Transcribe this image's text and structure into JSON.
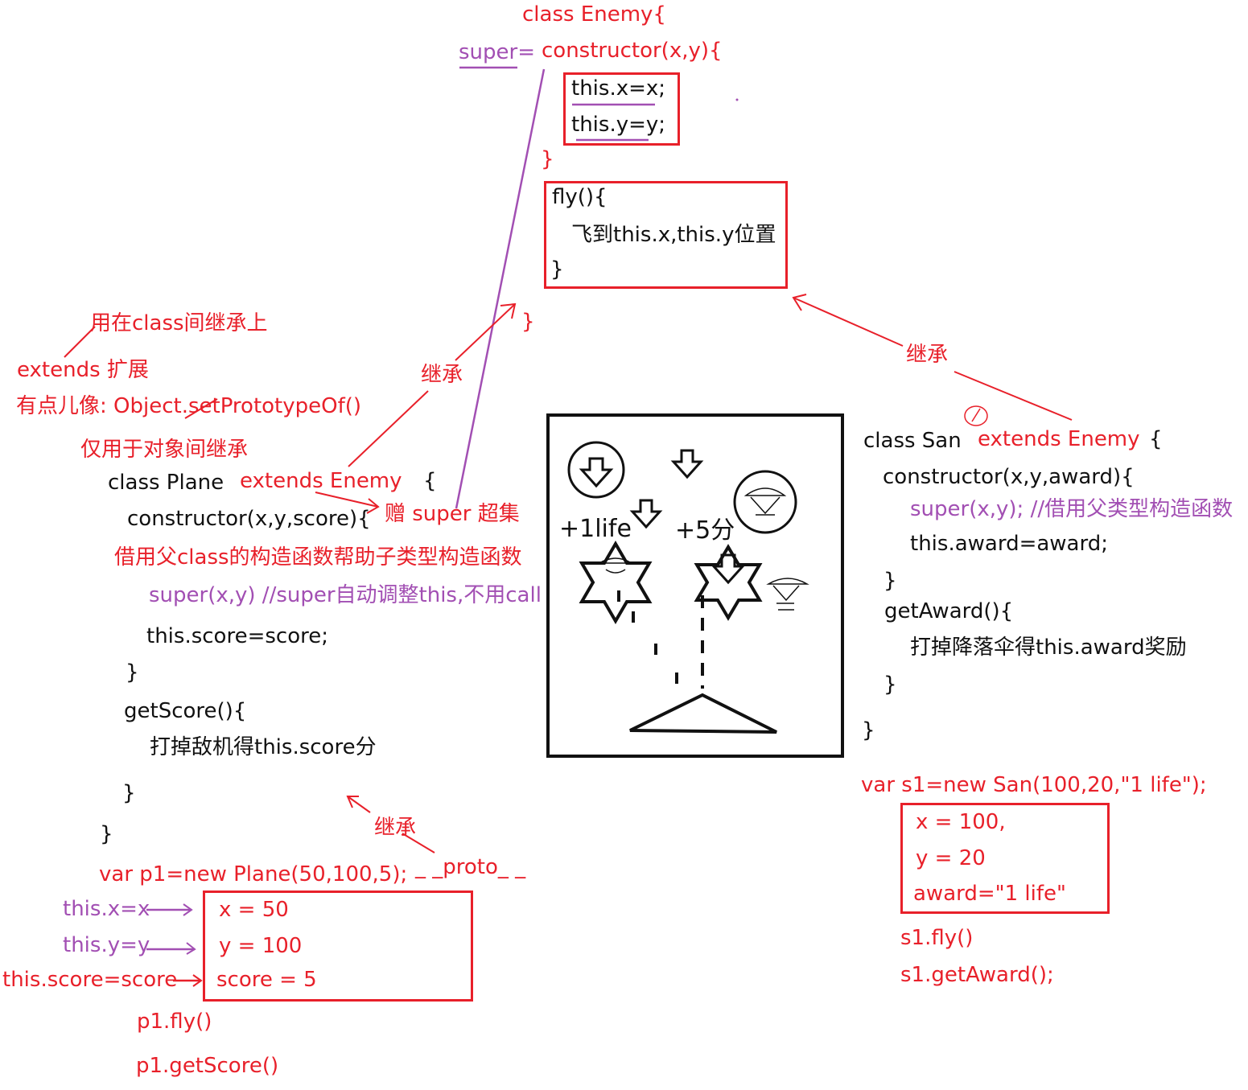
{
  "enemy": {
    "class_decl": "class Enemy{",
    "super_label": "super=",
    "constructor": "constructor(x,y){",
    "this_x": "this.x=x;",
    "this_y": "this.y=y;",
    "close1": "}",
    "fly_open": "fly(){",
    "fly_body": "飞到this.x,this.y位置",
    "fly_close": "}",
    "close2": "}"
  },
  "notes": {
    "used_in": "用在class间继承上",
    "extends_expand": "extends 扩展",
    "like": "有点儿像: Object.setPrototypeOf()",
    "only_objects": "仅用于对象间继承",
    "inherit_1": "继承",
    "inherit_2": "继承",
    "inherit_3": "继承",
    "proto": "_ _proto_ _",
    "gift_super": "赠 super 超集",
    "borrow_parent": "借用父class的构造函数帮助子类型构造函数"
  },
  "plane": {
    "class_decl": "class Plane",
    "extends": "extends Enemy",
    "brace_open": "{",
    "constructor": "constructor(x,y,score){",
    "super_call": "super(x,y) //super自动调整this,不用call",
    "this_score": "this.score=score;",
    "close1": "}",
    "get_score": "getScore(){",
    "get_score_body": "打掉敌机得this.score分",
    "close2": "}",
    "close3": "}",
    "instance": "var p1=new Plane(50,100,5);",
    "arrow_x": "this.x=x",
    "arrow_y": "this.y=y",
    "arrow_score": "this.score=score",
    "obj_x": "x = 50",
    "obj_y": "y = 100",
    "obj_score": "score = 5",
    "call_fly": "p1.fly()",
    "call_score": "p1.getScore()"
  },
  "san": {
    "class_decl": "class San",
    "extends": "extends Enemy",
    "brace_open": "{",
    "constructor": "constructor(x,y,award){",
    "super_call": "super(x,y); //借用父类型构造函数",
    "this_award": "this.award=award;",
    "close1": "}",
    "get_award": "getAward(){",
    "get_award_body": "打掉降落伞得this.award奖励",
    "close2": "}",
    "close3": "}",
    "instance": "var s1=new San(100,20,\"1 life\");",
    "obj_x": "x = 100,",
    "obj_y": "y = 20",
    "obj_award": "award=\"1 life\"",
    "call_fly": "s1.fly()",
    "call_award": "s1.getAward();"
  },
  "game": {
    "life_label": "+1life",
    "score_label": "+5分"
  },
  "colors": {
    "red": "#e8202a",
    "purple": "#a24fb3",
    "black": "#111111"
  }
}
